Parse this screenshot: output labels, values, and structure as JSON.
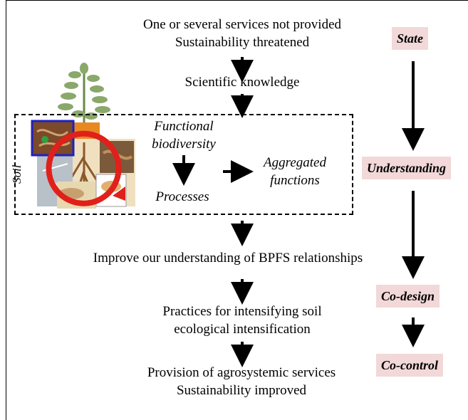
{
  "flow": {
    "top_line1": "One or several services not provided",
    "top_line2": "Sustainability threatened",
    "scientific": "Scientific knowledge",
    "functional_line1": "Functional",
    "functional_line2": "biodiversity",
    "processes": "Processes",
    "aggregated_line1": "Aggregated",
    "aggregated_line2": "functions",
    "soil": "Soil",
    "improve": "Improve our understanding of BPFS relationships",
    "practices_line1": "Practices for intensifying soil",
    "practices_line2": "ecological intensification",
    "provision_line1": "Provision of agrosystemic services",
    "provision_line2": "Sustainability improved"
  },
  "stages": {
    "state": "State",
    "understanding": "Understanding",
    "codesign": "Co-design",
    "cocontrol": "Co-control"
  },
  "colors": {
    "stage_bg": "#f2d8d8",
    "cycle_red": "#e0201a",
    "photo_border_blue": "#2020c0"
  }
}
